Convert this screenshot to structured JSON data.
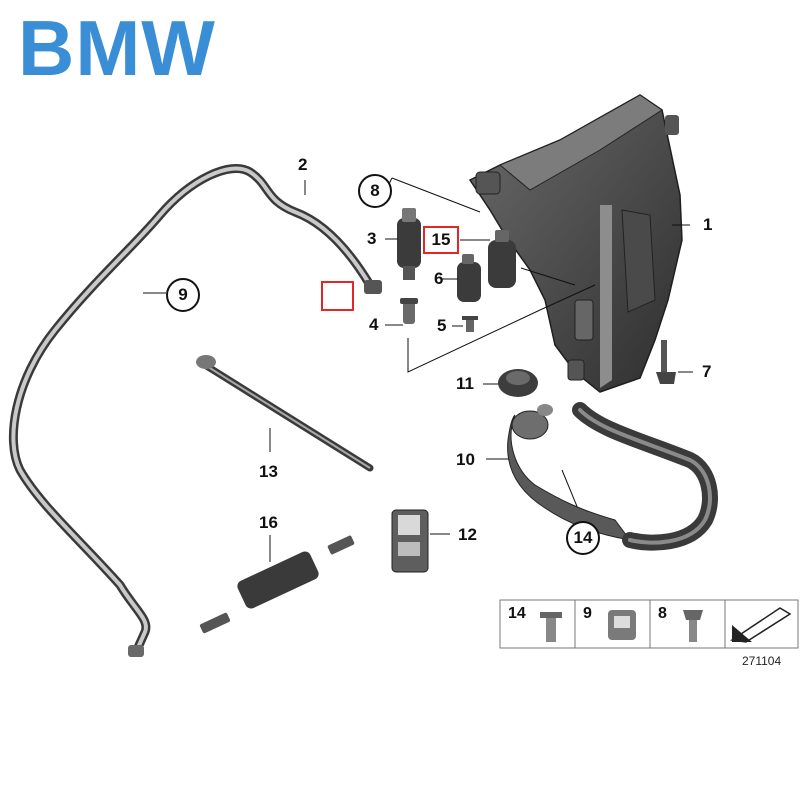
{
  "brand": "BMW",
  "diagram_code": "271104",
  "callouts": {
    "c1": "1",
    "c2": "2",
    "c3": "3",
    "c4": "4",
    "c5": "5",
    "c6": "6",
    "c7": "7",
    "c8": "8",
    "c9": "9",
    "c10": "10",
    "c11": "11",
    "c12": "12",
    "c13": "13",
    "c14": "14",
    "c15": "15",
    "c16": "16"
  },
  "legend": {
    "l14": "14",
    "l9": "9",
    "l8": "8"
  },
  "colors": {
    "brand": "#3a8ed6",
    "highlight": "#e32626",
    "part_dark": "#3d3d3d",
    "part_mid": "#5a5a5a"
  }
}
